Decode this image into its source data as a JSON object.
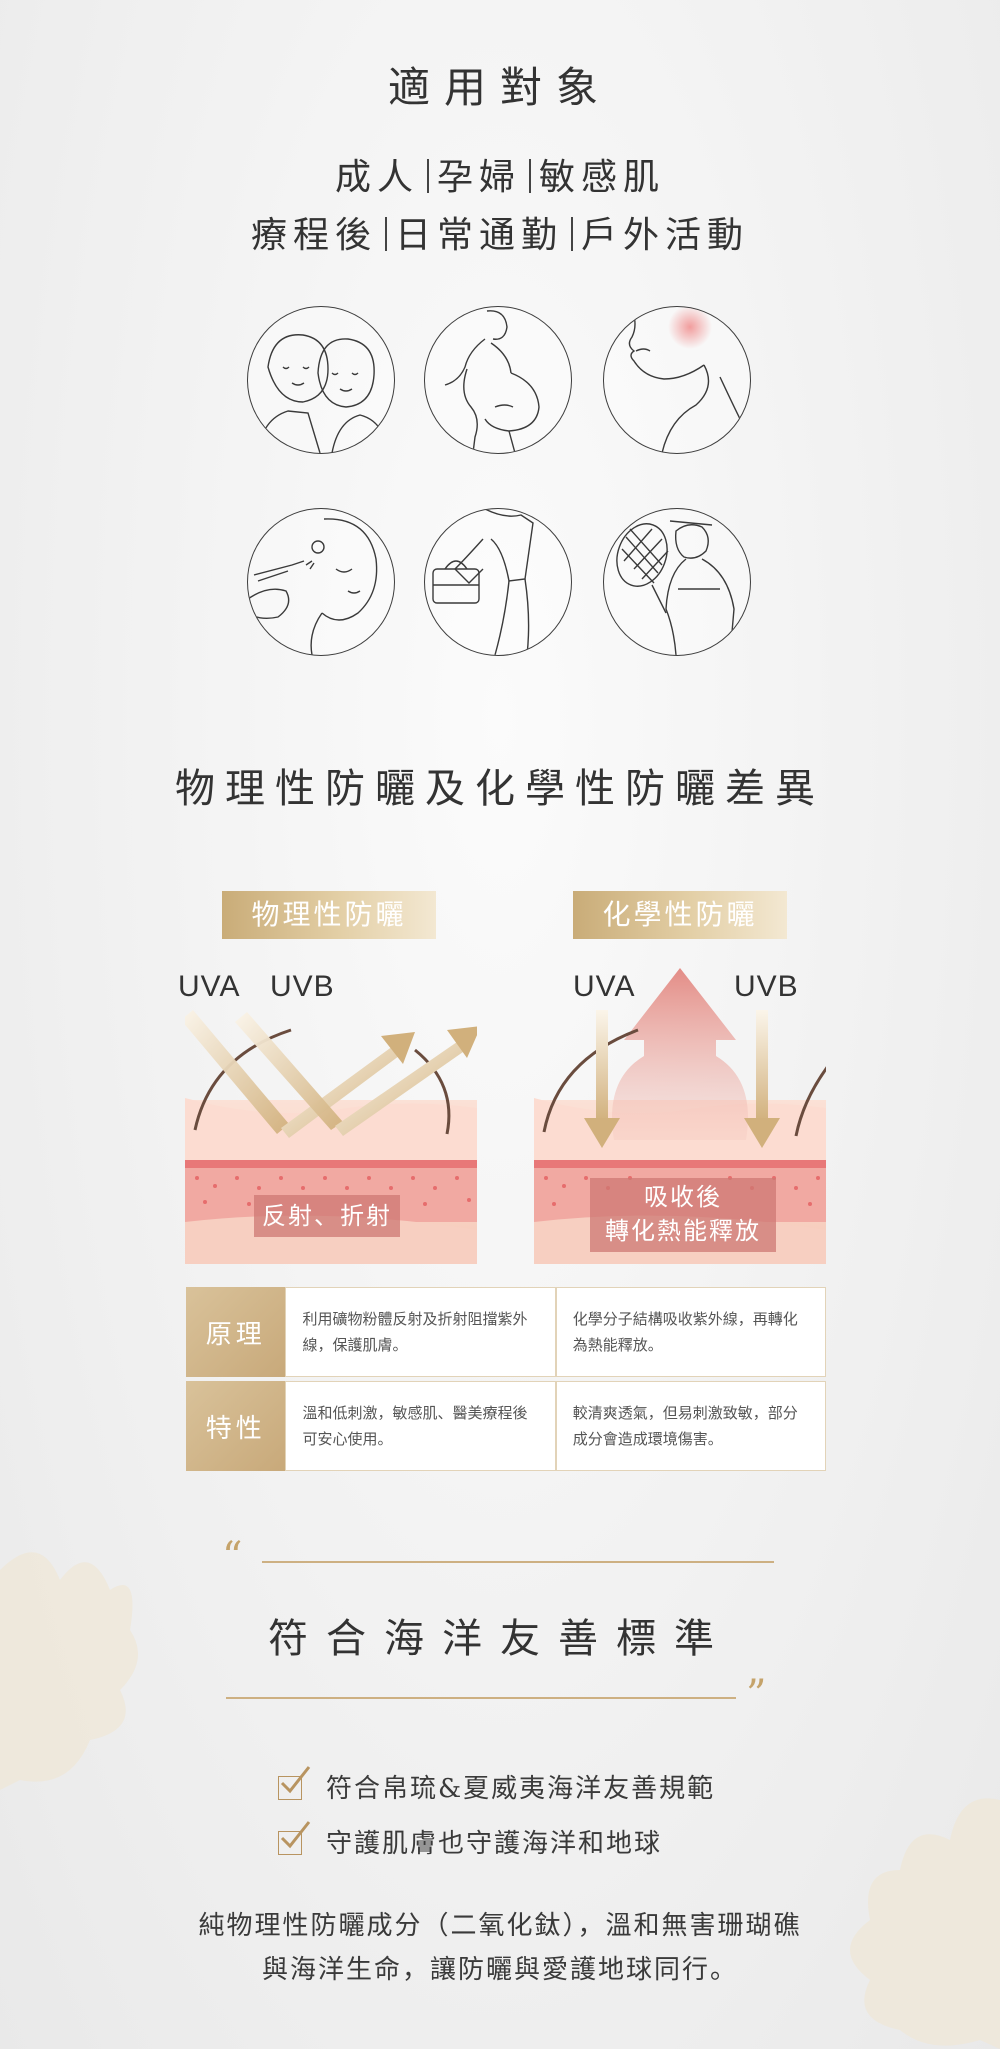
{
  "section1": {
    "title": "適用對象",
    "line1": [
      "成人",
      "孕婦",
      "敏感肌"
    ],
    "line2": [
      "療程後",
      "日常通勤",
      "戶外活動"
    ]
  },
  "icons": [
    "couple-portrait-icon",
    "pregnant-woman-icon",
    "sensitive-skin-icon",
    "cosmetic-treatment-icon",
    "commuter-with-bag-icon",
    "tennis-player-icon"
  ],
  "section2": {
    "title": "物理性防曬及化學性防曬差異",
    "physical": {
      "label": "物理性防曬",
      "uva": "UVA",
      "uvb": "UVB",
      "caption": "反射、折射"
    },
    "chemical": {
      "label": "化學性防曬",
      "uva": "UVA",
      "uvb": "UVB",
      "caption_line1": "吸收後",
      "caption_line2": "轉化熱能釋放"
    },
    "table": [
      {
        "head": "原理",
        "physical": "利用礦物粉體反射及折射阻擋紫外線，保護肌膚。",
        "chemical": "化學分子結構吸收紫外線，再轉化為熱能釋放。"
      },
      {
        "head": "特性",
        "physical": "溫和低刺激，敏感肌、醫美療程後可安心使用。",
        "chemical": "較清爽透氣，但易刺激致敏，部分成分會造成環境傷害。"
      }
    ]
  },
  "section3": {
    "open_quote": "“",
    "close_quote": "”",
    "title": "符合海洋友善標準",
    "checks": [
      "符合帛琉&夏威夷海洋友善規範",
      "守護肌膚也守護海洋和地球"
    ],
    "desc_line1": "純物理性防曬成分（二氧化鈦），溫和無害珊瑚礁",
    "desc_line2": "與海洋生命，讓防曬與愛護地球同行。"
  },
  "colors": {
    "gold": "#c9ac78",
    "skin_pink": "#f4c7b8",
    "arrow_pink": "#e59a94",
    "line_gold": "#cdb082"
  }
}
